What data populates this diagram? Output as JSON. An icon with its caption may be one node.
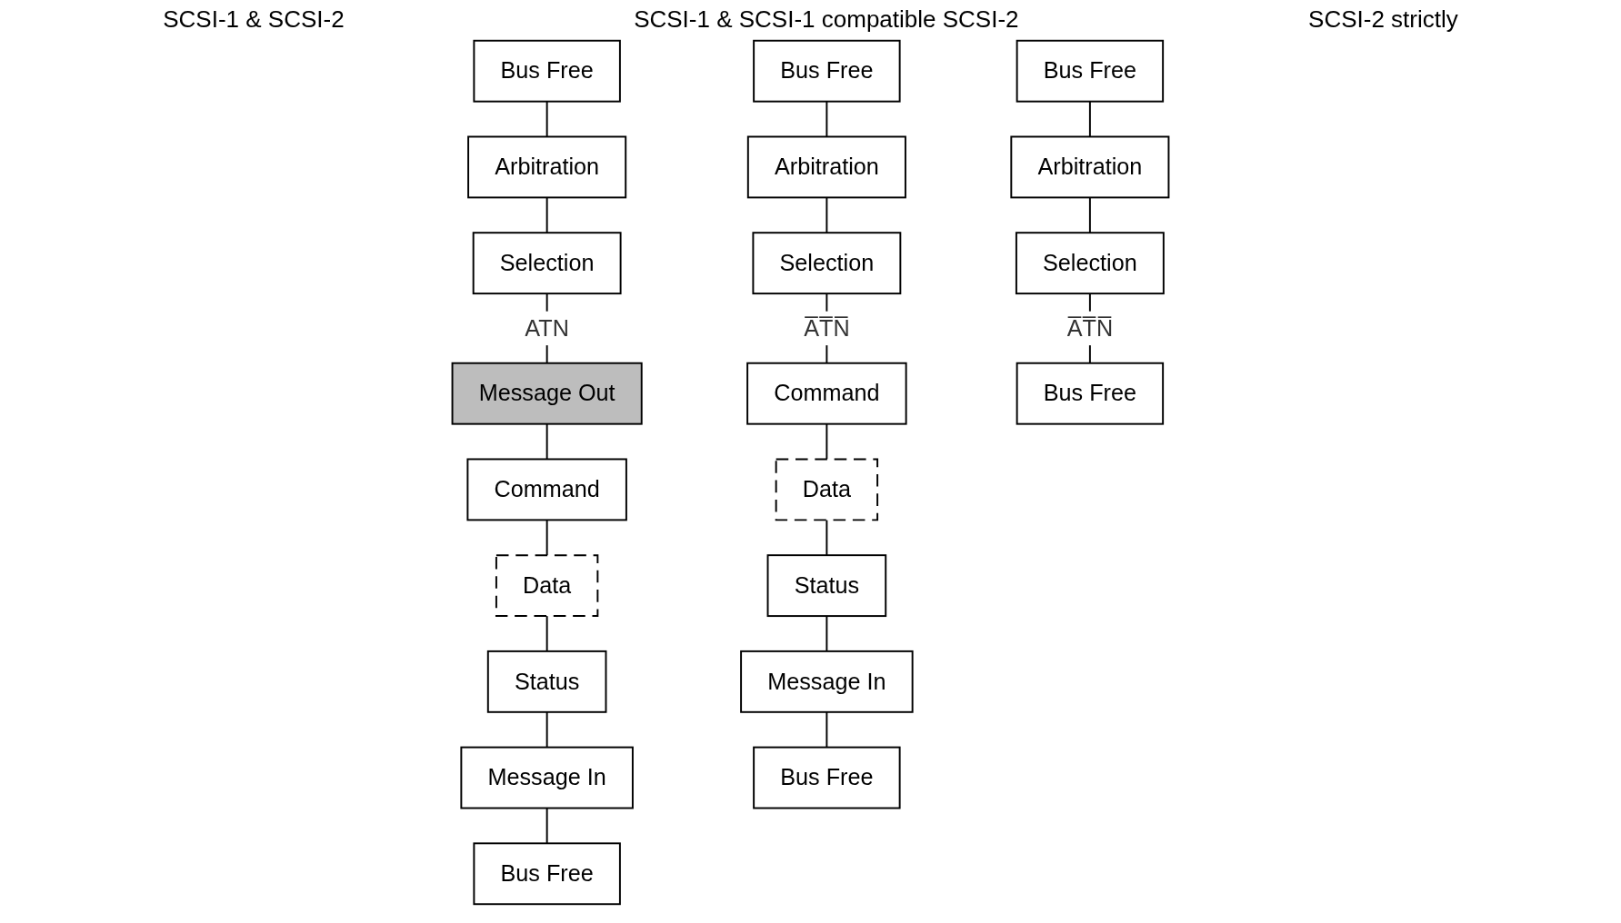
{
  "diagram": {
    "nodes": [
      {
        "text": [
          "Bus Free"
        ]
      },
      {
        "text": [
          "Arbitration"
        ]
      },
      {
        "text": [
          "Selection"
        ]
      },
      {
        "text": [
          "Message Out"
        ]
      },
      {
        "text": [
          "Command"
        ]
      },
      {
        "text": [
          "Data"
        ]
      },
      {
        "text": [
          "Status"
        ]
      },
      {
        "text": [
          "Message In"
        ]
      },
      {
        "text": [
          "Bus Free"
        ]
      },
      {
        "text": [
          "Bus Free"
        ]
      },
      {
        "text": [
          "Arbitration"
        ]
      },
      {
        "text": [
          "Selection"
        ]
      },
      {
        "text": [
          "Command"
        ]
      },
      {
        "text": [
          "Data"
        ]
      },
      {
        "text": [
          "Status"
        ]
      },
      {
        "text": [
          "Message In"
        ]
      },
      {
        "text": [
          "Bus Free"
        ]
      },
      {
        "text": [
          "Bus Free"
        ]
      },
      {
        "text": [
          "Arbitration"
        ]
      },
      {
        "text": [
          "Selection"
        ]
      },
      {
        "text": [
          "Bus Free"
        ]
      }
    ],
    "edges": [
      {
        "from": 0,
        "to": 1,
        "arrow": "none"
      },
      {
        "from": 1,
        "to": 2,
        "arrow": "none"
      },
      {
        "from": 2,
        "to": 3,
        "arrow": "none",
        "label": "ATN"
      },
      {
        "from": 3,
        "to": 4,
        "arrow": "none"
      },
      {
        "from": 4,
        "to": 5,
        "arrow": "none"
      },
      {
        "from": 5,
        "to": 6,
        "arrow": "none"
      },
      {
        "from": 6,
        "to": 7,
        "arrow": "none"
      },
      {
        "from": 7,
        "to": 8,
        "arrow": "none"
      },
      {
        "from": 9,
        "to": 10,
        "arrow": "none"
      },
      {
        "from": 10,
        "to": 11,
        "arrow": "none"
      },
      {
        "from": 11,
        "to": 12,
        "arrow": "none",
        "label": "A̅T̅N̅"
      },
      {
        "from": 12,
        "to": 13,
        "arrow": "none"
      },
      {
        "from": 13,
        "to": 14,
        "arrow": "none"
      },
      {
        "from": 14,
        "to": 15,
        "arrow": "none"
      },
      {
        "from": 15,
        "to": 16,
        "arrow": "none"
      },
      {
        "from": 17,
        "to": 18,
        "arrow": "none"
      },
      {
        "from": 18,
        "to": 19,
        "arrow": "none"
      },
      {
        "from": 19,
        "to": 20,
        "arrow": "none",
        "label": "A̅T̅N̅"
      }
    ],
    "labels": [
      "SCSI-1 & SCSI-2",
      "SCSI-1 & SCSI-1 compatible SCSI-2",
      "SCSI-2 strictly"
    ]
  }
}
